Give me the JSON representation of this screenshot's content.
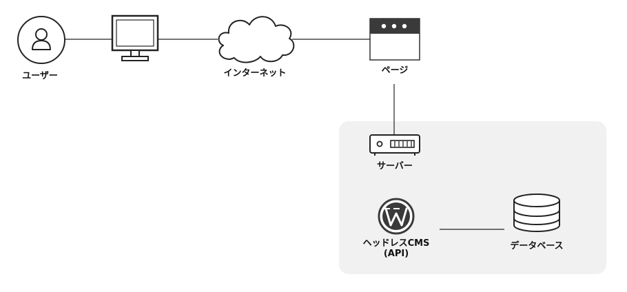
{
  "diagram": {
    "nodes": {
      "user": {
        "label": "ユーザー",
        "icon": "user-icon"
      },
      "monitor": {
        "icon": "monitor-icon"
      },
      "internet": {
        "label": "インターネット",
        "icon": "cloud-icon"
      },
      "page": {
        "label": "ページ",
        "icon": "browser-window-icon"
      },
      "server": {
        "label": "サーバー",
        "icon": "server-icon"
      },
      "cms": {
        "label_line1": "ヘッドレスCMS",
        "label_line2": "(API)",
        "icon": "wordpress-icon"
      },
      "database": {
        "label": "データベース",
        "icon": "database-icon"
      }
    },
    "edges": [
      {
        "from": "user",
        "to": "monitor"
      },
      {
        "from": "monitor",
        "to": "internet"
      },
      {
        "from": "internet",
        "to": "page"
      },
      {
        "from": "page",
        "to": "server"
      },
      {
        "from": "cms",
        "to": "database"
      }
    ],
    "colors": {
      "stroke": "#222222",
      "group_background": "#f1f1f2",
      "browser_bar": "#3a3a3a"
    }
  }
}
